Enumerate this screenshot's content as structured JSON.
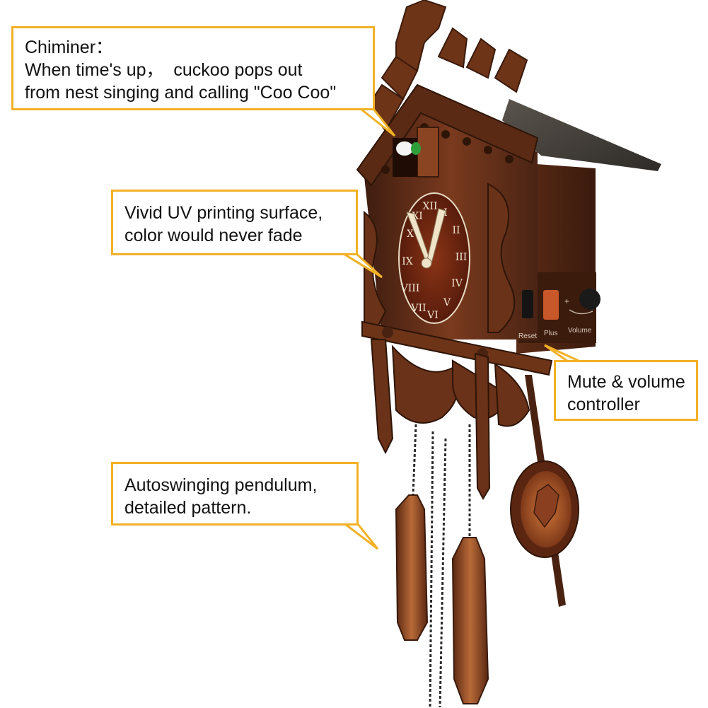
{
  "callouts": {
    "chiminer": {
      "title": "Chiminer：",
      "line1": "When time's up，  cuckoo pops out",
      "line2": "from nest singing and calling \"Coo Coo\""
    },
    "uv_printing": {
      "line1": "Vivid UV printing surface,",
      "line2": "color would never fade"
    },
    "mute_volume": {
      "line1": "Mute & volume",
      "line2": "controller"
    },
    "pendulum": {
      "line1": "Autoswinging pendulum,",
      "line2": "detailed pattern."
    }
  },
  "clock": {
    "panel_labels": {
      "reset": "Reset",
      "plus": "Plus",
      "volume": "Volume",
      "plus_sign": "+"
    },
    "numerals": [
      "XII",
      "I",
      "II",
      "III",
      "IV",
      "V",
      "VI",
      "VII",
      "VIII",
      "IX",
      "X",
      "XI"
    ]
  },
  "colors": {
    "callout_border": "#f2b125",
    "wood_dark": "#4a2414",
    "wood_mid": "#7a3a1e",
    "wood_light": "#a85a2c",
    "dial_face": "#6b2412",
    "roof_gray": "#3d3a36",
    "accent_orange": "#c8582a"
  }
}
